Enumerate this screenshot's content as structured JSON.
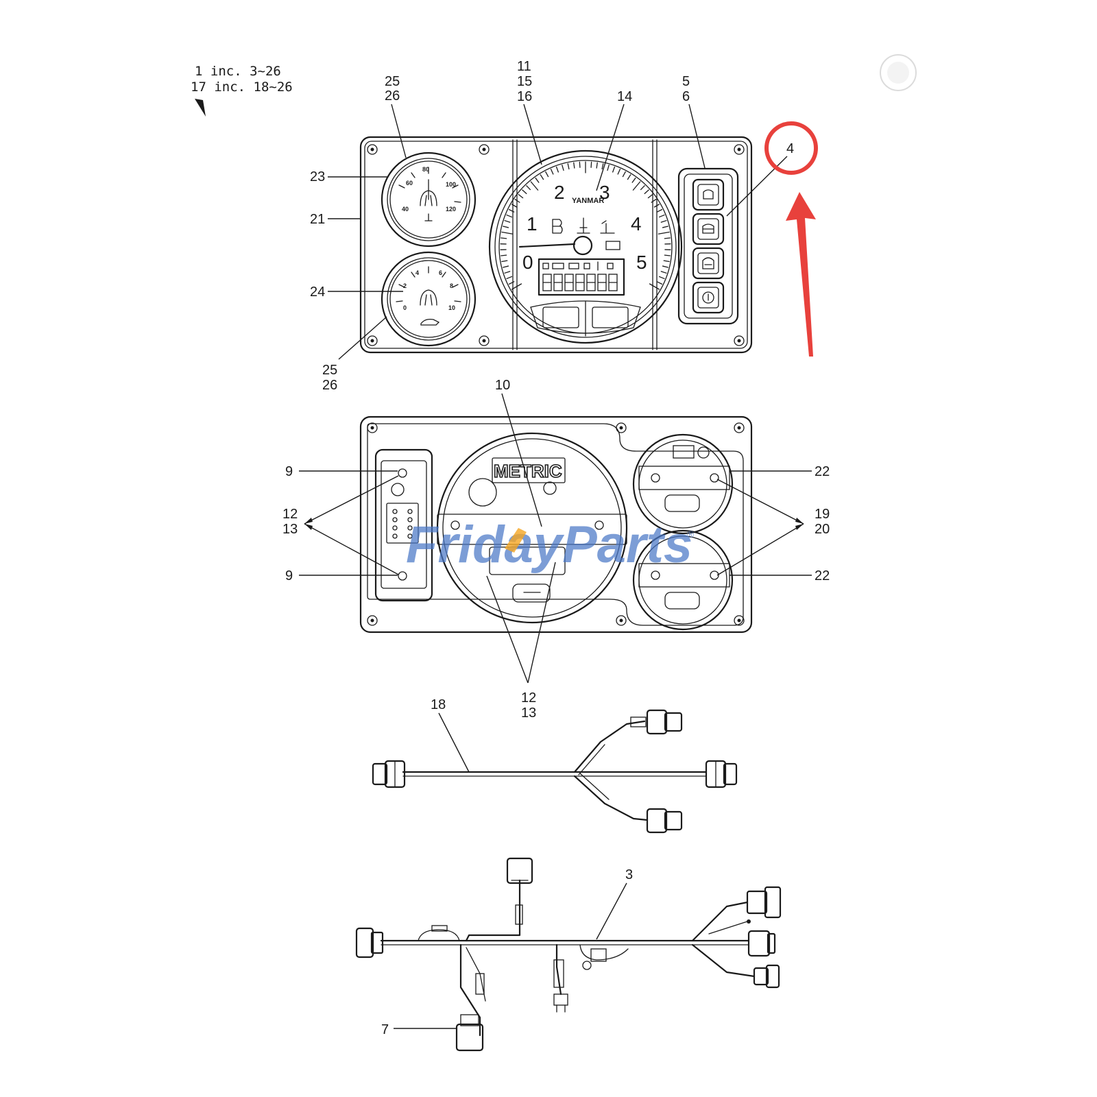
{
  "notes": {
    "line1": "1 inc. 3~26",
    "line2": "17 inc. 18~26"
  },
  "callouts": {
    "c1": "25",
    "c2": "26",
    "c3": "11",
    "c4": "15",
    "c5": "16",
    "c6": "14",
    "c7": "5",
    "c8": "6",
    "c9": "4",
    "c10": "23",
    "c11": "21",
    "c12": "24",
    "c13": "25",
    "c14": "26",
    "c15": "10",
    "c16": "9",
    "c17": "12",
    "c18": "13",
    "c19": "9",
    "c20": "22",
    "c21": "19",
    "c22": "20",
    "c23": "22",
    "c24": "12",
    "c25": "13",
    "c26": "18",
    "c27": "3",
    "c28": "7"
  },
  "gauge_numbers": {
    "n0": "0",
    "n1": "1",
    "n2": "2",
    "n3": "3",
    "n4": "4",
    "n5": "5"
  },
  "tachometer": {
    "brand": "YANMAR"
  },
  "rear_panel": {
    "label": "METRIC"
  },
  "highlight": {
    "target_callout": "4",
    "color": "#e8413c"
  },
  "watermark": {
    "text": "FridayParts",
    "mark": "®",
    "color": "#4a78c7",
    "accent_color": "#f5a623"
  }
}
